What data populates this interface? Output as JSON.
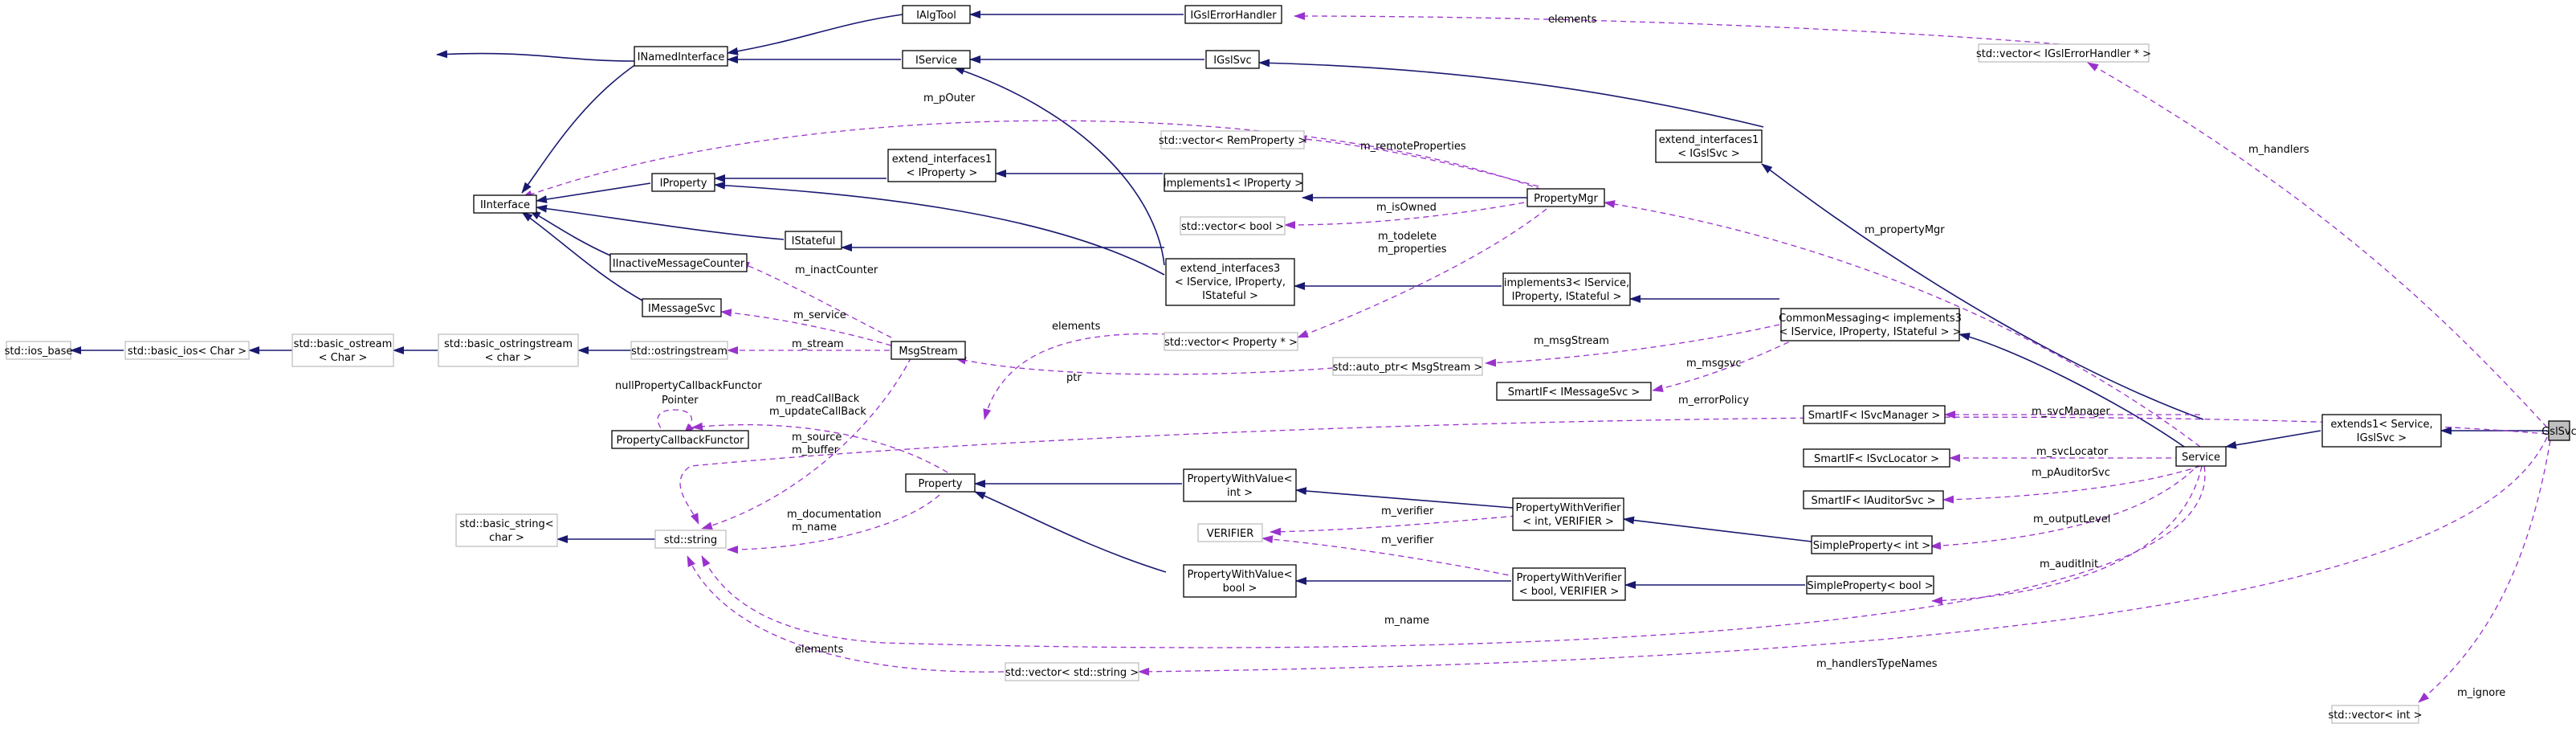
{
  "nodes": {
    "ios_base": {
      "lines": [
        "std::ios_base"
      ]
    },
    "basic_ios": {
      "lines": [
        "std::basic_ios< Char >"
      ]
    },
    "basic_ostream": {
      "lines": [
        "std::basic_ostream",
        "< Char >"
      ]
    },
    "basic_ostringstream": {
      "lines": [
        "std::basic_ostringstream",
        "< char >"
      ]
    },
    "ostringstream": {
      "lines": [
        "std::ostringstream"
      ]
    },
    "basic_string": {
      "lines": [
        "std::basic_string<",
        "char >"
      ]
    },
    "string": {
      "lines": [
        "std::string"
      ]
    },
    "IInterface": {
      "lines": [
        "IInterface"
      ]
    },
    "INamedInterface": {
      "lines": [
        "INamedInterface"
      ]
    },
    "IAlgTool": {
      "lines": [
        "IAlgTool"
      ]
    },
    "IService": {
      "lines": [
        "IService"
      ]
    },
    "IGslErrorHandler": {
      "lines": [
        "IGslErrorHandler"
      ]
    },
    "IGslSvc": {
      "lines": [
        "IGslSvc"
      ]
    },
    "vec_handlers": {
      "lines": [
        "std::vector< IGslErrorHandler * >"
      ]
    },
    "IProperty": {
      "lines": [
        "IProperty"
      ]
    },
    "IStateful": {
      "lines": [
        "IStateful"
      ]
    },
    "IInactiveMessageCounter": {
      "lines": [
        "IInactiveMessageCounter"
      ]
    },
    "IMessageSvc": {
      "lines": [
        "IMessageSvc"
      ]
    },
    "MsgStream": {
      "lines": [
        "MsgStream"
      ]
    },
    "PropertyCallbackFunctor": {
      "lines": [
        "PropertyCallbackFunctor"
      ]
    },
    "Property": {
      "lines": [
        "Property"
      ]
    },
    "ext_if1_prop": {
      "lines": [
        "extend_interfaces1",
        "< IProperty >"
      ]
    },
    "implements1": {
      "lines": [
        "implements1< IProperty >"
      ]
    },
    "vec_remote": {
      "lines": [
        "std::vector< RemProperty >"
      ]
    },
    "vec_bool": {
      "lines": [
        "std::vector< bool >"
      ]
    },
    "PropertyMgr": {
      "lines": [
        "PropertyMgr"
      ]
    },
    "ext_if3": {
      "lines": [
        "extend_interfaces3",
        "< IService, IProperty,",
        "IStateful >"
      ]
    },
    "implements3": {
      "lines": [
        "implements3< IService,",
        "IProperty, IStateful >"
      ]
    },
    "vec_prop": {
      "lines": [
        "std::vector< Property * >"
      ]
    },
    "auto_ptr": {
      "lines": [
        "std::auto_ptr< MsgStream >"
      ]
    },
    "SmartIF_Msg": {
      "lines": [
        "SmartIF< IMessageSvc >"
      ]
    },
    "CommonMessaging": {
      "lines": [
        "CommonMessaging< implements3",
        "< IService, IProperty, IStateful > >"
      ]
    },
    "ext_if1_gsl": {
      "lines": [
        "extend_interfaces1",
        "< IGslSvc >"
      ]
    },
    "SmartIF_SvcMgr": {
      "lines": [
        "SmartIF< ISvcManager >"
      ]
    },
    "SmartIF_SvcLoc": {
      "lines": [
        "SmartIF< ISvcLocator >"
      ]
    },
    "SmartIF_Aud": {
      "lines": [
        "SmartIF< IAuditorSvc >"
      ]
    },
    "PWV_int": {
      "lines": [
        "PropertyWithValue<",
        "int >"
      ]
    },
    "PWV_bool": {
      "lines": [
        "PropertyWithValue<",
        "bool >"
      ]
    },
    "VERIFIER": {
      "lines": [
        "VERIFIER"
      ]
    },
    "PWVer_int": {
      "lines": [
        "PropertyWithVerifier",
        "< int, VERIFIER >"
      ]
    },
    "PWVer_bool": {
      "lines": [
        "PropertyWithVerifier",
        "< bool, VERIFIER >"
      ]
    },
    "SP_int": {
      "lines": [
        "SimpleProperty< int >"
      ]
    },
    "SP_bool": {
      "lines": [
        "SimpleProperty< bool >"
      ]
    },
    "Service": {
      "lines": [
        "Service"
      ]
    },
    "extends1": {
      "lines": [
        "extends1< Service,",
        "IGslSvc >"
      ]
    },
    "GslSvc": {
      "lines": [
        "GslSvc"
      ]
    },
    "vec_string": {
      "lines": [
        "std::vector< std::string >"
      ]
    },
    "vec_int": {
      "lines": [
        "std::vector< int >"
      ]
    }
  },
  "edge_labels": {
    "elements_handlers": "elements",
    "m_handlers": "m_handlers",
    "m_pOuter": "m_pOuter",
    "m_remoteProperties": "m_remoteProperties",
    "m_isOwned": "m_isOwned",
    "m_todelete": "m_todelete",
    "m_properties": "m_properties",
    "m_propertyMgr": "m_propertyMgr",
    "m_inactCounter": "m_inactCounter",
    "m_service": "m_service",
    "m_stream": "m_stream",
    "elements_props": "elements",
    "m_msgStream": "m_msgStream",
    "m_msgsvc": "m_msgsvc",
    "ptr": "ptr",
    "m_errorPolicy": "m_errorPolicy",
    "nullPropertyCallbackFunctor": "nullPropertyCallbackFunctor",
    "Pointer": "Pointer",
    "m_readCallBack": "m_readCallBack",
    "m_updateCallBack": "m_updateCallBack",
    "m_source": "m_source",
    "m_buffer": "m_buffer",
    "m_documentation": "m_documentation",
    "m_name_prop": "m_name",
    "m_svcManager": "m_svcManager",
    "m_svcLocator": "m_svcLocator",
    "m_pAuditorSvc": "m_pAuditorSvc",
    "m_verifier1": "m_verifier",
    "m_verifier2": "m_verifier",
    "m_outputLevel": "m_outputLevel",
    "m_auditInit": "m_auditInit",
    "m_name_svc": "m_name",
    "elements_strings": "elements",
    "m_handlersTypeNames": "m_handlersTypeNames",
    "m_ignore": "m_ignore"
  },
  "colors": {
    "inheritance": "#191970",
    "usage": "#9a32cd",
    "documented_border": "#000000",
    "undocumented_border": "#bfbfbf",
    "focus_fill": "#bfbfbf"
  }
}
